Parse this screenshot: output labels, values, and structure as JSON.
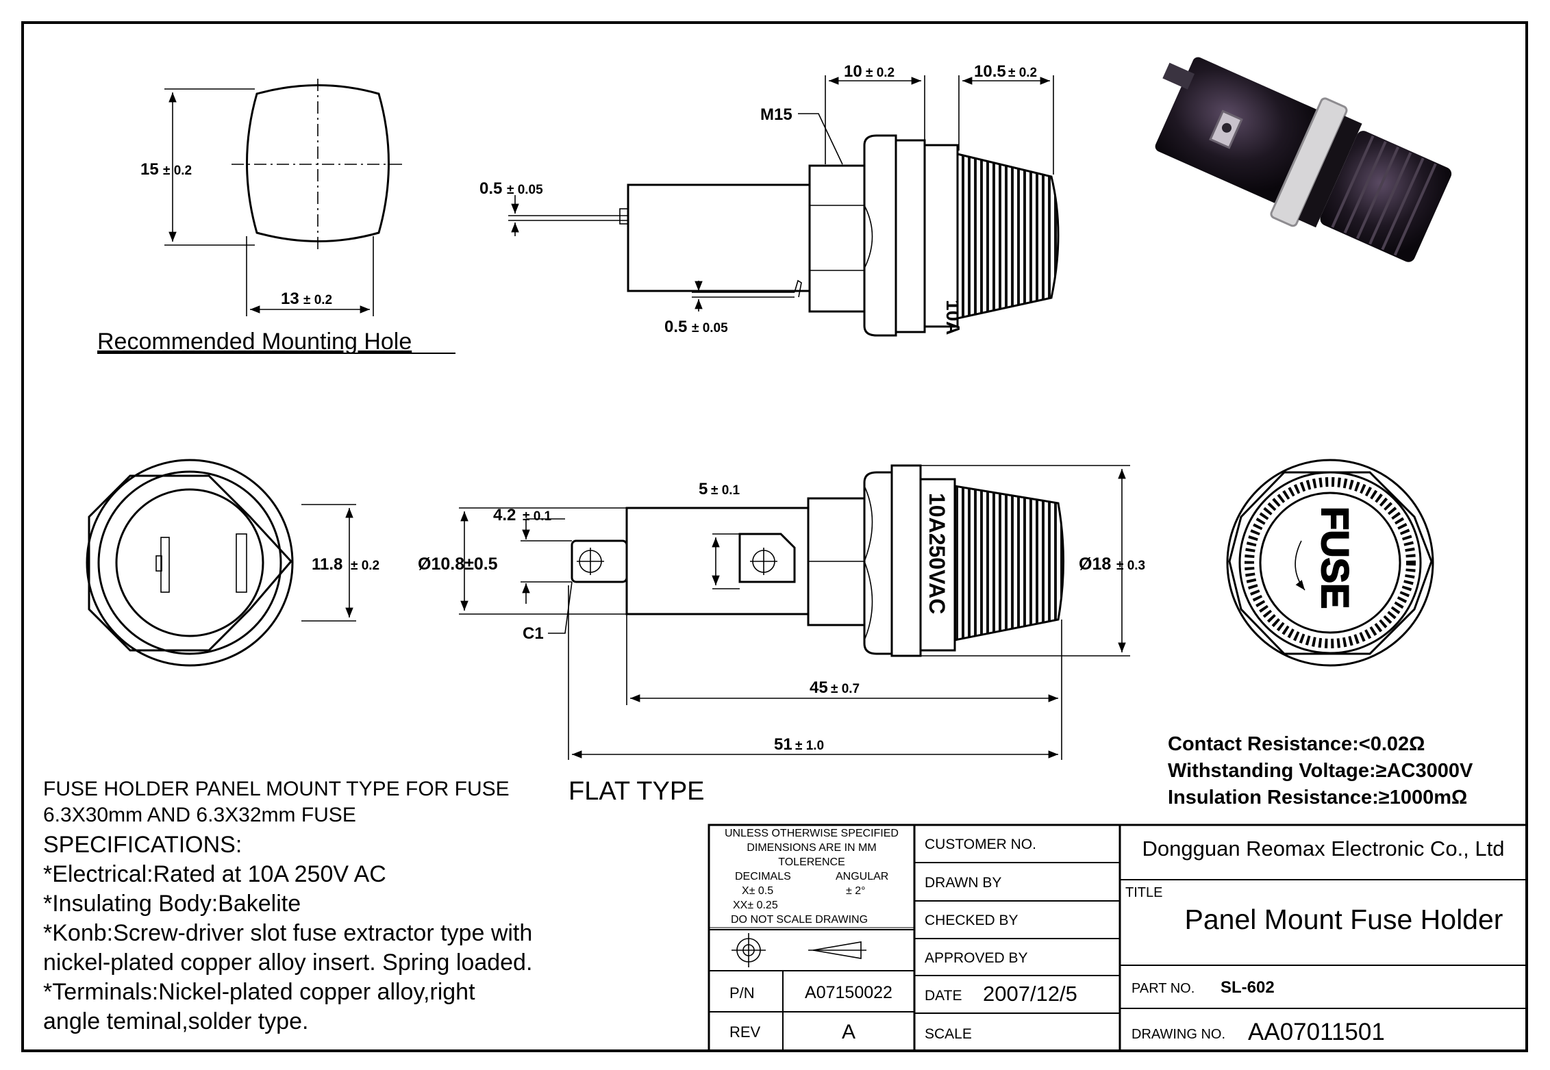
{
  "mount_hole": {
    "height_value": "15",
    "height_tol": "± 0.2",
    "width_value": "13",
    "width_tol": "± 0.2",
    "caption": "Recommended Mounting Hole"
  },
  "side_view": {
    "m_label": "M15",
    "dim_10": "10",
    "dim_10_tol": "± 0.2",
    "dim_105": "10.5",
    "dim_105_tol": "± 0.2",
    "dim_05_top": "0.5",
    "dim_05_top_tol": "± 0.05",
    "dim_05_bot": "0.5",
    "dim_05_bot_tol": "± 0.05",
    "cap_marking": "10A"
  },
  "front_view": {
    "dim_118": "11.8",
    "dim_118_tol": "± 0.2"
  },
  "main_view": {
    "dim_42": "4.2",
    "dim_42_tol": "± 0.1",
    "dim_5": "5",
    "dim_5_tol": "± 0.1",
    "dim_d108": "Ø10.8±0.5",
    "c1": "C1",
    "cap_marking": "10A250VAC",
    "dim_d18": "Ø18",
    "dim_d18_tol": "± 0.3",
    "dim_45": "45",
    "dim_45_tol": "± 0.7",
    "dim_51": "51",
    "dim_51_tol": "± 1.0"
  },
  "knob_view": {
    "text": "FUSE"
  },
  "ratings": [
    "Contact Resistance:<0.02Ω",
    "Withstanding Voltage:≥AC3000V",
    "Insulation Resistance:≥1000mΩ"
  ],
  "description": {
    "line1": "FUSE HOLDER PANEL MOUNT TYPE FOR FUSE",
    "flat_type": "FLAT TYPE",
    "line2": "6.3X30mm AND 6.3X32mm FUSE",
    "spec_heading": "SPECIFICATIONS:",
    "specs": [
      "*Electrical:Rated at 10A 250V AC",
      "*Insulating Body:Bakelite",
      "*Konb:Screw-driver slot fuse extractor type with",
      "nickel-plated copper alloy insert. Spring loaded.",
      "*Terminals:Nickel-plated copper alloy,right",
      "angle teminal,solder type."
    ]
  },
  "title_block": {
    "tol1": "UNLESS OTHERWISE SPECIFIED",
    "tol2": "DIMENSIONS ARE IN MM",
    "tol3": "TOLERENCE",
    "decimals": "DECIMALS",
    "angular": "ANGULAR",
    "x_tol": "X± 0.5",
    "ang_tol": "± 2°",
    "xx_tol": "XX± 0.25",
    "no_scale": "DO NOT SCALE DRAWING",
    "pn_label": "P/N",
    "pn_value": "A07150022",
    "rev_label": "REV",
    "rev_value": "A",
    "customer_no": "CUSTOMER NO.",
    "drawn_by": "DRAWN BY",
    "checked_by": "CHECKED BY",
    "approved_by": "APPROVED BY",
    "date_label": "DATE",
    "date_value": "2007/12/5",
    "scale_label": "SCALE",
    "company": "Dongguan Reomax Electronic Co., Ltd",
    "title_label": "TITLE",
    "title_value": "Panel Mount Fuse Holder",
    "part_no_label": "PART NO.",
    "part_no_value": "SL-602",
    "drawing_no_label": "DRAWING NO.",
    "drawing_no_value": "AA07011501"
  }
}
